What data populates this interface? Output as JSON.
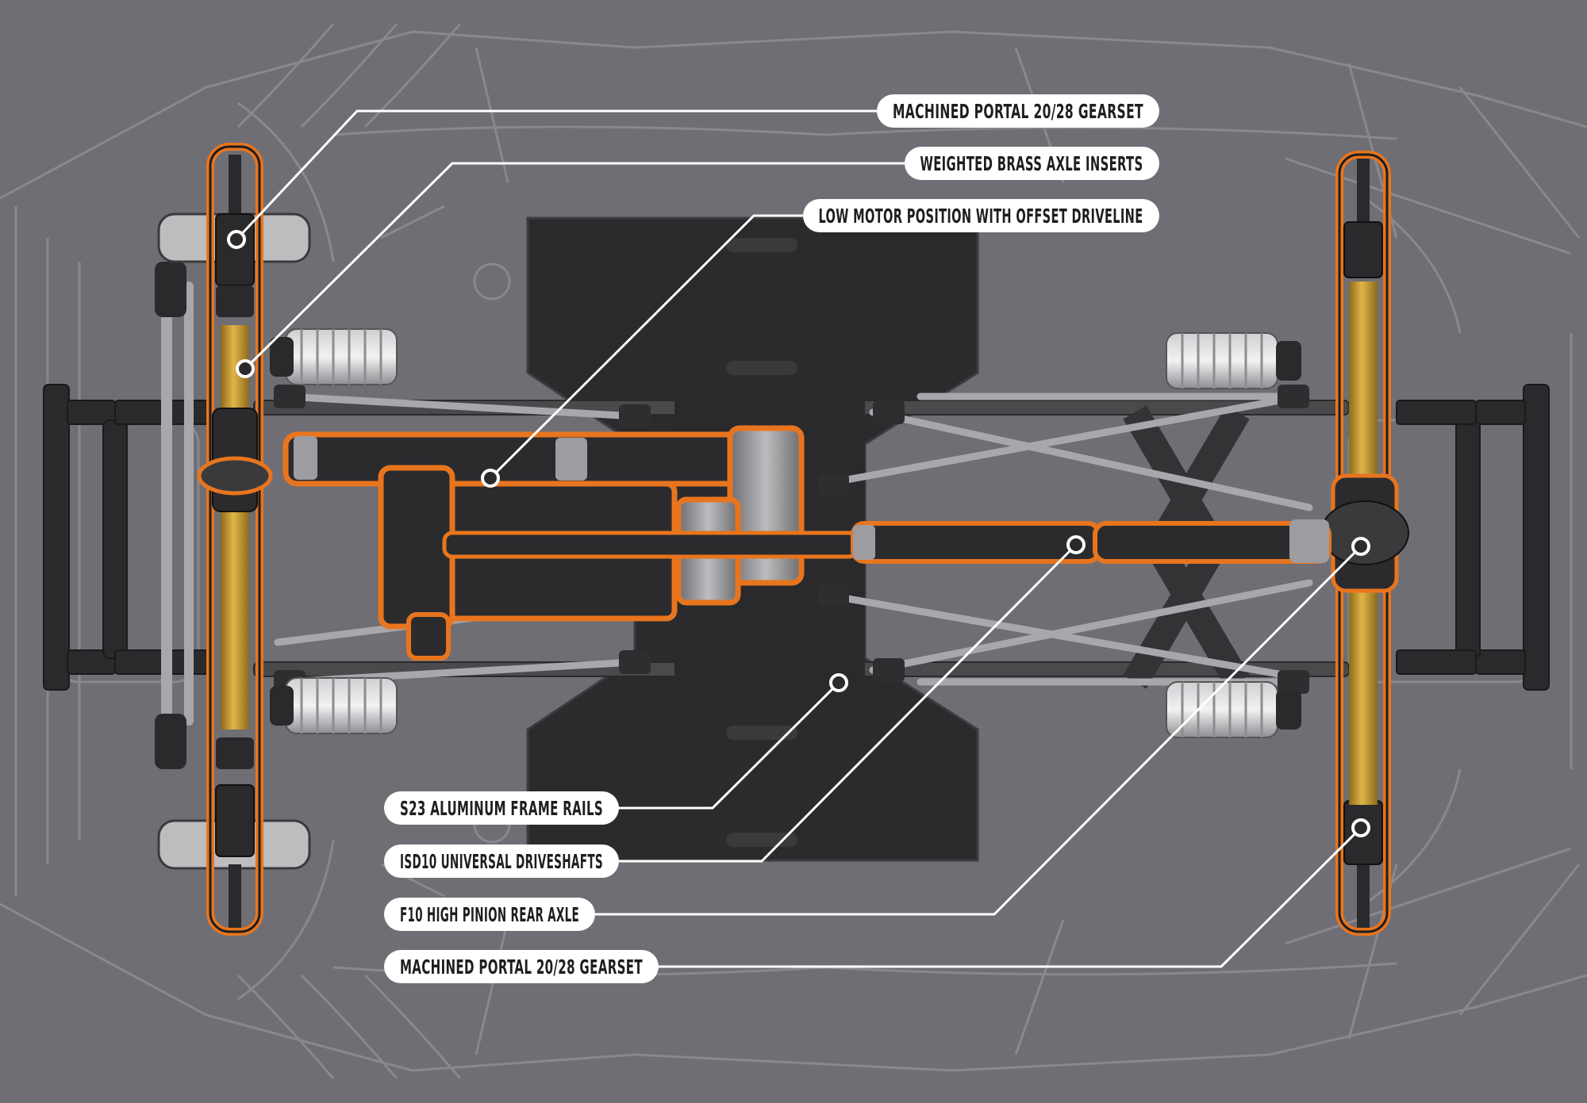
{
  "callouts": [
    {
      "id": "portal-front",
      "text": "MACHINED PORTAL 20/28 GEARSET"
    },
    {
      "id": "brass-inserts",
      "text": "WEIGHTED BRASS AXLE INSERTS"
    },
    {
      "id": "motor-position",
      "text": "LOW MOTOR POSITION WITH OFFSET DRIVELINE"
    },
    {
      "id": "frame-rails",
      "text": "S23 ALUMINUM FRAME RAILS"
    },
    {
      "id": "driveshafts",
      "text": "ISD10 UNIVERSAL DRIVESHAFTS"
    },
    {
      "id": "rear-axle",
      "text": "F10 HIGH PINION REAR AXLE"
    },
    {
      "id": "portal-rear",
      "text": "MACHINED PORTAL 20/28 GEARSET"
    }
  ],
  "colors": {
    "background": "#6f6e74",
    "ghost_lines": "#8c8b91",
    "parts_dark": "#232325",
    "highlight_orange": "#e8751e",
    "brass": "#c99a2e",
    "steel": "#9d9ca1",
    "label_bg": "#ffffff",
    "leader_line": "#ffffff"
  }
}
